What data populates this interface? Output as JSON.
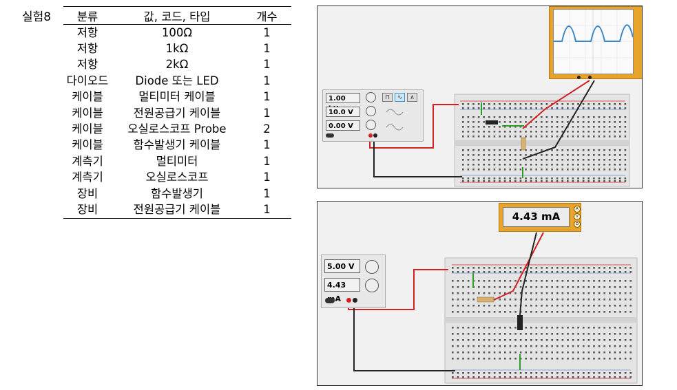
{
  "experiment_label": "실험8",
  "table": {
    "headers": [
      "분류",
      "값, 코드, 타입",
      "개수"
    ],
    "rows": [
      [
        "저항",
        "100Ω",
        "1"
      ],
      [
        "저항",
        "1kΩ",
        "1"
      ],
      [
        "저항",
        "2kΩ",
        "1"
      ],
      [
        "다이오드",
        "Diode 또는 LED",
        "1"
      ],
      [
        "케이블",
        "멀티미터 케이블",
        "1"
      ],
      [
        "케이블",
        "전원공급기 케이블",
        "1"
      ],
      [
        "케이블",
        "오실로스코프 Probe",
        "2"
      ],
      [
        "케이블",
        "함수발생기 케이블",
        "1"
      ],
      [
        "계측기",
        "멀티미터",
        "1"
      ],
      [
        "계측기",
        "오실로스코프",
        "1"
      ],
      [
        "장비",
        "함수발생기",
        "1"
      ],
      [
        "장비",
        "전원공급기 케이블",
        "1"
      ]
    ]
  },
  "top_circuit": {
    "function_generator": {
      "frequency": "1.00 kHz",
      "amplitude": "10.0 V",
      "offset": "0.00 V"
    },
    "oscilloscope": {
      "waveform": "half-wave rectified sine"
    }
  },
  "bottom_circuit": {
    "power_supply": {
      "voltage": "5.00 V",
      "current": "4.43 mA"
    },
    "multimeter": {
      "reading": "4.43 mA"
    }
  },
  "colors": {
    "wire_red": "#d42020",
    "wire_black": "#222222",
    "instrument_orange": "#e8a42a",
    "waveform_blue": "#3a86c8",
    "jumper_green": "#2aa02a"
  }
}
